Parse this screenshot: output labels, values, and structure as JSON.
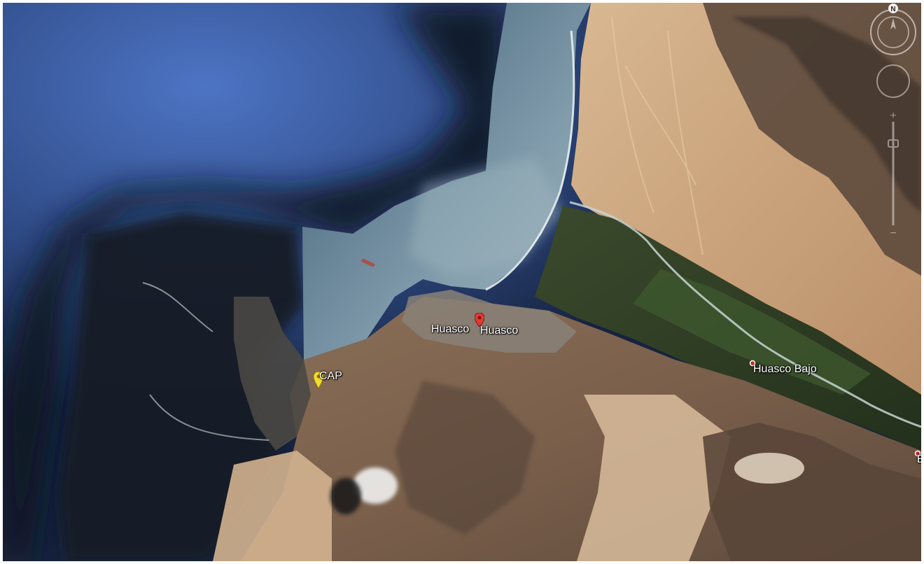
{
  "map": {
    "labels": {
      "huasco_text": "Huasco",
      "huasco_pin": "Huasco",
      "cap": "CAP",
      "huasco_bajo": "Huasco Bajo",
      "edge_fragment": "B"
    },
    "compass": {
      "north_label": "N"
    },
    "colors": {
      "deep_ocean": "#2e4f8c",
      "dark_ocean": "#101825",
      "bay_water": "#7e98a8",
      "desert_sand": "#cfac87",
      "mountain_brown": "#6f5744",
      "valley_green": "#2c3a22",
      "pin_red": "#e53935",
      "pin_yellow": "#f4dd2a"
    }
  }
}
